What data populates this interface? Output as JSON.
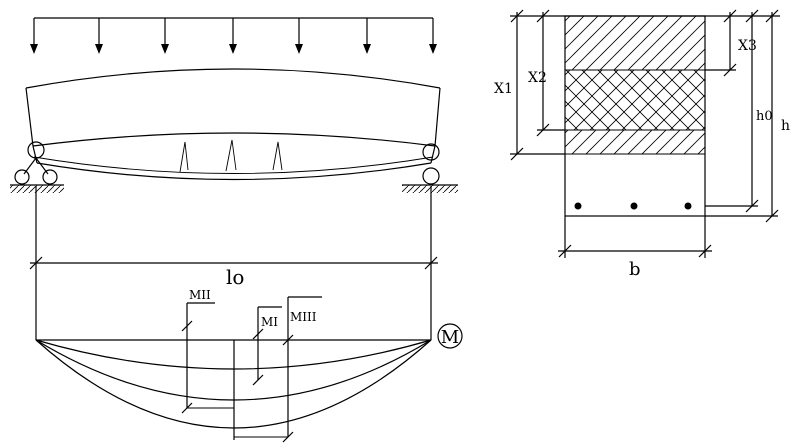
{
  "labels": {
    "span": "lo",
    "moment_ii": "MII",
    "moment_i": "MI",
    "moment_iii": "MIII",
    "moment_axis": "M",
    "x1": "X1",
    "x2": "X2",
    "x3": "X3",
    "h0": "h0",
    "h": "h",
    "b": "b"
  }
}
